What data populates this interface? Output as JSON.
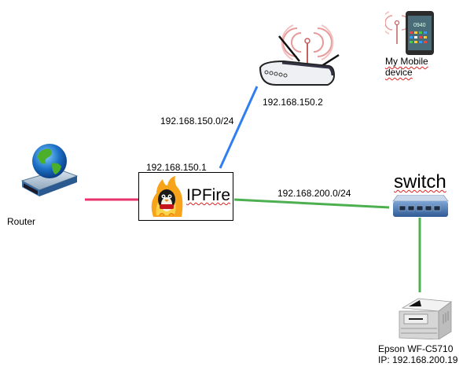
{
  "diagram": {
    "nodes": {
      "router": {
        "label": "Router",
        "icon": "globe-server-icon"
      },
      "ipfire": {
        "label": "IPFire",
        "ip": "192.168.150.1",
        "icon": "ipfire-penguin-flame-icon"
      },
      "wifi_ap": {
        "ip": "192.168.150.2",
        "icon": "wireless-router-icon"
      },
      "mobile": {
        "label_line1": "My Mobile",
        "label_line2": "device",
        "icon": "mobile-phone-icon"
      },
      "switch": {
        "label": "switch",
        "icon": "network-switch-icon"
      },
      "printer": {
        "label_line1": "Epson WF-C5710",
        "label_line2": "IP: 192.168.200.19",
        "icon": "printer-icon"
      }
    },
    "links": {
      "router_ipfire": {
        "color": "#e8336d"
      },
      "ipfire_ap": {
        "label": "192.168.150.0/24",
        "color": "#2f7ff0"
      },
      "ipfire_switch": {
        "label": "192.168.200.0/24",
        "color": "#4cb050"
      },
      "switch_printer": {
        "color": "#4cb050"
      }
    }
  }
}
